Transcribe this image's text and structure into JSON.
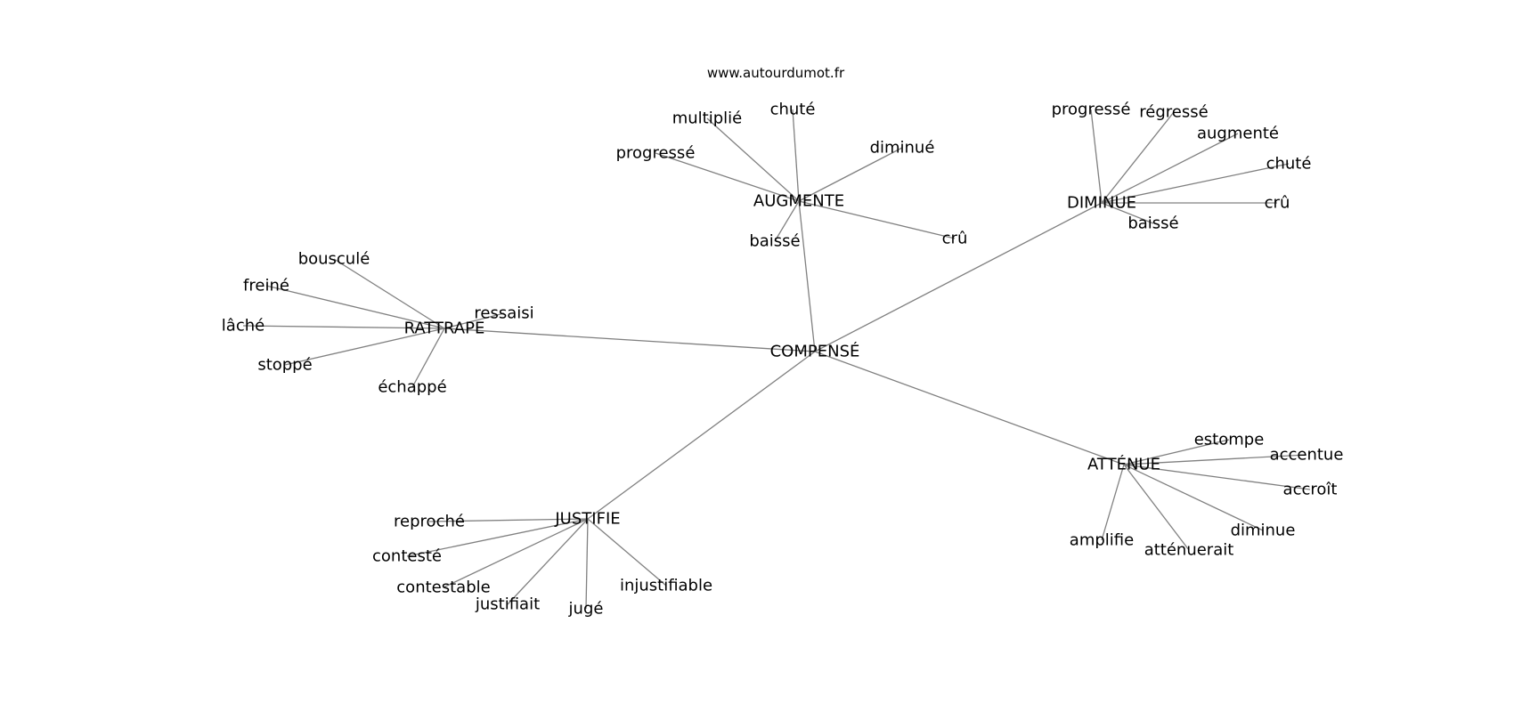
{
  "site": "www.autourdumot.fr",
  "graph": {
    "center": "COMPENSÉ",
    "groups": [
      {
        "hub": "AUGMENTE",
        "leaves": [
          "chuté",
          "multiplié",
          "progressé",
          "diminué",
          "baissé",
          "crû"
        ]
      },
      {
        "hub": "DIMINUE",
        "leaves": [
          "progressé",
          "régressé",
          "augmenté",
          "chuté",
          "crû",
          "baissé"
        ]
      },
      {
        "hub": "RATTRAPE",
        "leaves": [
          "bousculé",
          "freiné",
          "lâché",
          "stoppé",
          "échappé",
          "ressaisi"
        ]
      },
      {
        "hub": "JUSTIFIE",
        "leaves": [
          "reproché",
          "contesté",
          "contestable",
          "justifiait",
          "jugé",
          "injustifiable"
        ]
      },
      {
        "hub": "ATTÉNUE",
        "leaves": [
          "estompe",
          "accentue",
          "accroît",
          "diminue",
          "atténuerait",
          "amplifie"
        ]
      }
    ]
  }
}
